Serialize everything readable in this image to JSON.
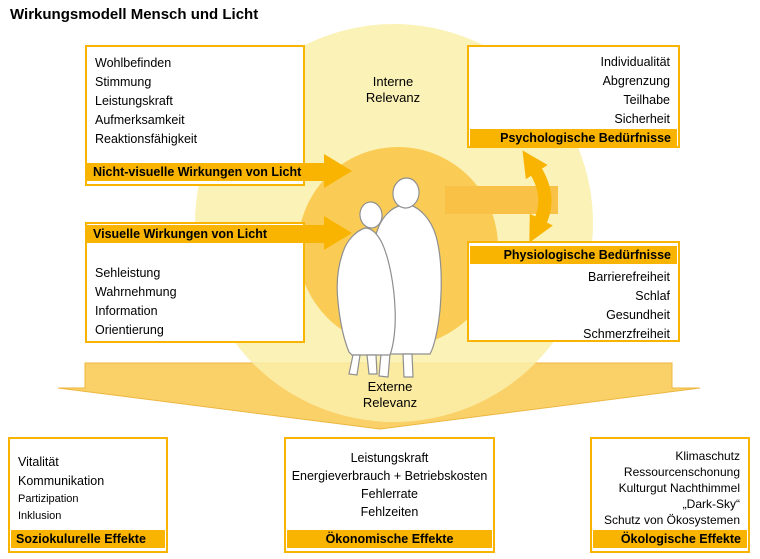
{
  "title": "Wirkungsmodell Mensch und Licht",
  "colors": {
    "accent": "#F8B400",
    "glow": "rgba(250,240,170,0.85)",
    "inner": "#FACC55",
    "band": "#FAD169",
    "bandedge": "#ECB63E",
    "rightband": "#F9C145",
    "ink": "#000000"
  },
  "center": {
    "interne": "Interne\nRelevanz",
    "externe": "Externe\nRelevanz"
  },
  "boxes": {
    "non_visual": {
      "items": [
        "Wohlbefinden",
        "Stimmung",
        "Leistungskraft",
        "Aufmerksamkeit",
        "Reaktionsfähigkeit"
      ],
      "label": "Nicht-visuelle Wirkungen von Licht"
    },
    "visual": {
      "label": "Visuelle Wirkungen von Licht",
      "items": [
        "Sehleistung",
        "Wahrnehmung",
        "Information",
        "Orientierung"
      ]
    },
    "psychological": {
      "items": [
        "Individualität",
        "Abgrenzung",
        "Teilhabe",
        "Sicherheit"
      ],
      "label": "Psychologische Bedürfnisse"
    },
    "physiological": {
      "label": "Physiologische Bedürfnisse",
      "items": [
        "Barrierefreiheit",
        "Schlaf",
        "Gesundheit",
        "Schmerzfreiheit"
      ]
    },
    "sociocultural": {
      "items": [
        "Vitalität",
        "Kommunikation",
        {
          "text": "Partizipation",
          "small": true
        },
        {
          "text": "Inklusion",
          "small": true
        }
      ],
      "label": "Soziokulurelle Effekte"
    },
    "economic": {
      "items": [
        "Leistungskraft",
        "Energieverbrauch + Betriebskosten",
        "Fehlerrate",
        "Fehlzeiten"
      ],
      "label": "Ökonomische Effekte"
    },
    "ecological": {
      "items": [
        "Klimaschutz",
        "Ressourcenschonung",
        "Kulturgut Nachthimmel",
        "„Dark-Sky“",
        "Schutz von Ökosystemen"
      ],
      "label": "Ökologische Effekte"
    }
  }
}
